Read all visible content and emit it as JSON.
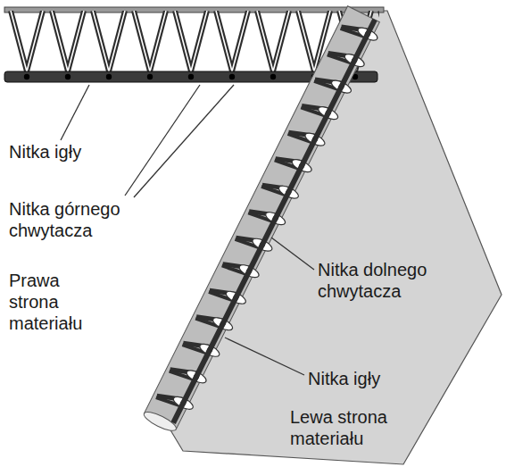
{
  "diagram": {
    "labels": [
      "Nitka igły",
      "Nitka górnego chwytacza",
      "Nitka dolnego chwytacza",
      "Prawa strona materiału",
      "Nitka igły",
      "Lewa strona materiału"
    ]
  }
}
